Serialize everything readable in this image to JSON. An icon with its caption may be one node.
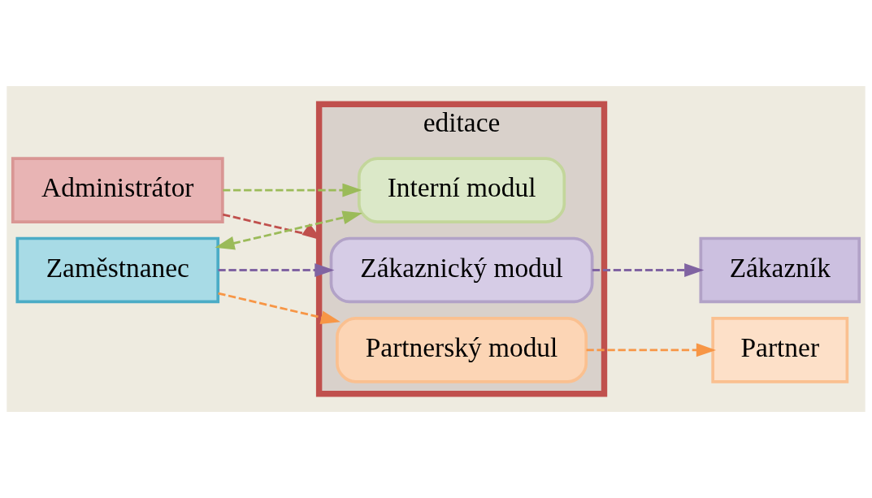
{
  "diagram": {
    "nodes": [
      {
        "text": [
          "Administrátor"
        ]
      },
      {
        "text": [
          "Zaměstnanec"
        ]
      },
      {
        "text": [
          "editace"
        ]
      },
      {
        "text": [
          "Zákaznický modul"
        ],
        "in": 2
      },
      {
        "text": [
          "Partnerský modul"
        ],
        "in": 2
      },
      {
        "text": [
          "Interní modul"
        ],
        "in": 2
      },
      {
        "text": [
          "Zákazník"
        ]
      },
      {
        "text": [
          "Partner"
        ]
      }
    ],
    "edges": [
      {
        "from": 0,
        "to": 2,
        "arrow": "to",
        "style": "dashed",
        "color": "#c0504d"
      },
      {
        "from": 0,
        "to": 5,
        "arrow": "to",
        "style": "dashed",
        "color": "#9bbb59"
      },
      {
        "from": 1,
        "to": 3,
        "arrow": "to",
        "style": "dashed",
        "color": "#8064a2"
      },
      {
        "from": 1,
        "to": 4,
        "arrow": "to",
        "style": "dashed",
        "color": "#f79646"
      },
      {
        "from": 1,
        "to": 5,
        "arrow": "both",
        "style": "dashed",
        "color": "#9bbb59"
      },
      {
        "from": 3,
        "to": 6,
        "arrow": "to",
        "style": "dashed",
        "color": "#8064a2"
      },
      {
        "from": 4,
        "to": 7,
        "arrow": "to",
        "style": "dashed",
        "color": "#f79646"
      }
    ]
  }
}
